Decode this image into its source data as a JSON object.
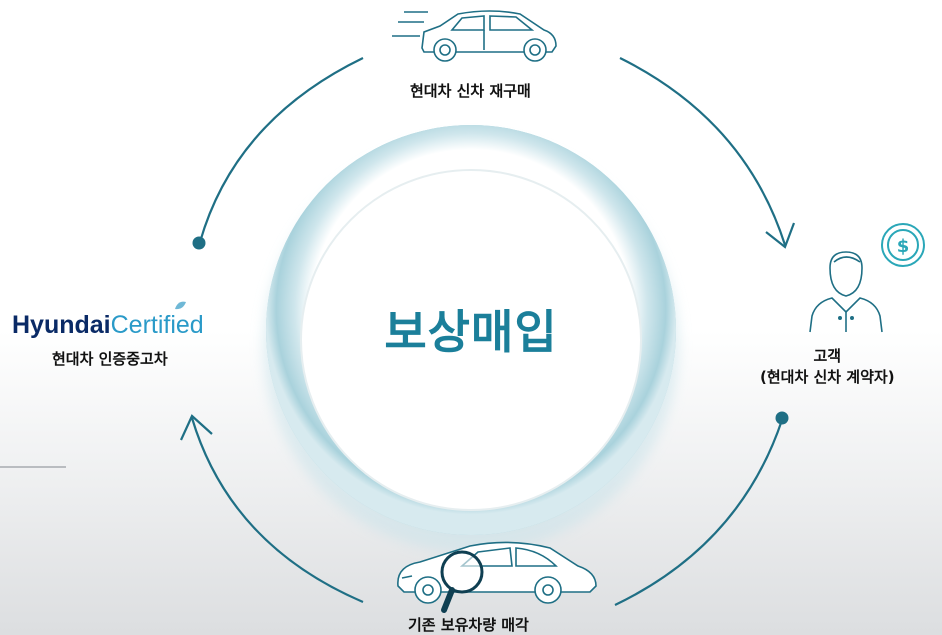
{
  "colors": {
    "accent": "#1b7f9a",
    "ring": "#9fcad6",
    "arrow": "#1f6f85",
    "brand_dark": "#0a2a66",
    "brand_light": "#2a9ac8"
  },
  "center": {
    "title": "보상매입"
  },
  "nodes": {
    "top": {
      "label": "현대차 신차 재구매",
      "icon": "suv-car-icon"
    },
    "right": {
      "label_line1": "고객",
      "label_line2": "(현대차 신차 계약자)",
      "icons": [
        "customer-person-icon",
        "dollar-coin-icon"
      ]
    },
    "bottom": {
      "label": "기존 보유차량 매각",
      "icon": "sedan-inspection-icon"
    },
    "left": {
      "brand_part1": "Hyundai",
      "brand_part2": "Certified",
      "label": "현대차 인증중고차"
    }
  }
}
